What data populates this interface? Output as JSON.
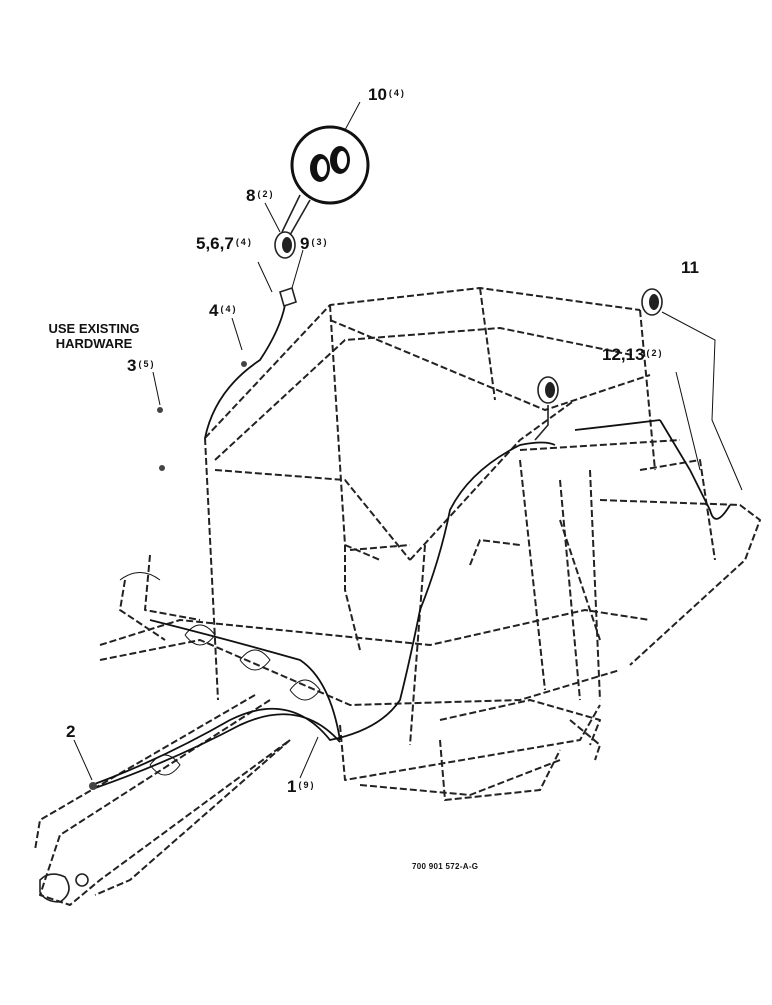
{
  "callouts": [
    {
      "id": "10",
      "qty": "(4)"
    },
    {
      "id": "8",
      "qty": "(2)"
    },
    {
      "id": "5,6,7",
      "qty": "(4)"
    },
    {
      "id": "9",
      "qty": "(3)"
    },
    {
      "id": "4",
      "qty": "(4)"
    },
    {
      "id": "3",
      "qty": "(5)"
    },
    {
      "id": "11",
      "qty": ""
    },
    {
      "id": "12,13",
      "qty": "(2)"
    },
    {
      "id": "2",
      "qty": ""
    },
    {
      "id": "1",
      "qty": "(9)"
    }
  ],
  "note": {
    "line1": "USE EXISTING",
    "line2": "HARDWARE"
  },
  "figure_id": "700 901 572-A-G"
}
